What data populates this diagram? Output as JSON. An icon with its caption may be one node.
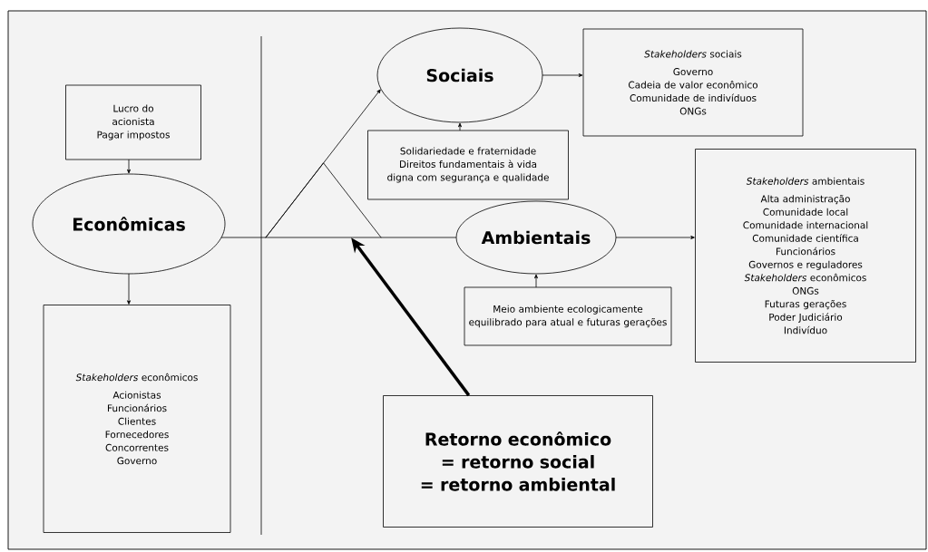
{
  "diagram": {
    "nodes": [
      {
        "text": [
          "Lucro do acionista",
          "Pagar impostos"
        ]
      },
      {
        "text": [
          "Econômicas"
        ]
      },
      {
        "text": [
          "*Stakeholders* econômicos",
          "Acionistas",
          "Funcionários",
          "Clientes",
          "Fornecedores",
          "Concorrentes",
          "Governo"
        ]
      },
      {
        "text": [
          "Sociais"
        ]
      },
      {
        "text": [
          "*Stakeholders* sociais",
          "Governo",
          "Cadeia de valor econômico",
          "Comunidade de indivíduos",
          "ONGs"
        ]
      },
      {
        "text": [
          "Solidariedade e fraternidade",
          "Direitos fundamentais à vida digna com segurança e qualidade"
        ]
      },
      {
        "text": [
          "Ambientais"
        ]
      },
      {
        "text": [
          "*Stakeholders* ambientais",
          "Alta administração",
          "Comunidade local",
          "Comunidade internacional",
          "Comunidade científica",
          "Funcionários",
          "Governos e reguladores",
          "*Stakeholders* econômicos",
          "ONGs",
          "Futuras gerações",
          "Poder Judiciário",
          "Indivíduo"
        ]
      },
      {
        "text": [
          "Meio ambiente ecologicamente equilibrado para atual e futuras gerações"
        ]
      },
      {
        "text": [
          "Retorno econômico",
          "= retorno social",
          "= retorno ambiental"
        ]
      },
      {
        "text": [],
        "shape": "triangle"
      }
    ],
    "edges": [
      {
        "from": 0,
        "to": 1,
        "arrow": "to"
      },
      {
        "from": 1,
        "to": 2,
        "arrow": "to"
      },
      {
        "from": 1,
        "to": 6,
        "arrow": "none"
      },
      {
        "from": 10,
        "to": 3,
        "arrow": "to"
      },
      {
        "from": 3,
        "to": 4,
        "arrow": "to"
      },
      {
        "from": 5,
        "to": 3,
        "arrow": "to"
      },
      {
        "from": 8,
        "to": 6,
        "arrow": "to"
      },
      {
        "from": 6,
        "to": 7,
        "arrow": "to"
      },
      {
        "from": 9,
        "to": 10,
        "arrow": "to",
        "style": "thick"
      }
    ]
  }
}
